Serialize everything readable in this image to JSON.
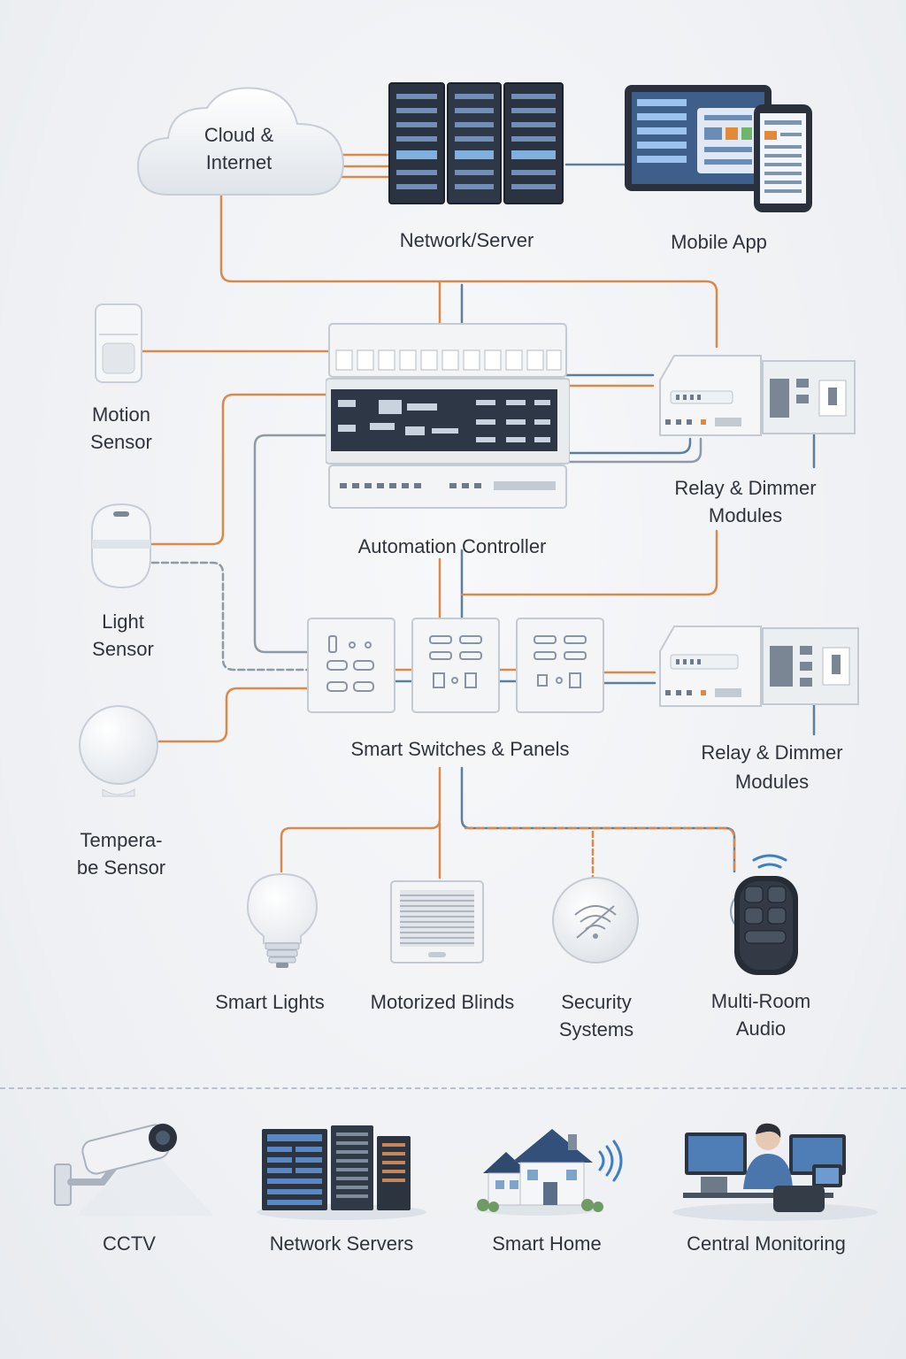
{
  "nodes": {
    "cloud": "Cloud &\nInternet",
    "network_server": "Network/Server",
    "mobile_app": "Mobile App",
    "motion_sensor": "Motion\nSensor",
    "light_sensor": "Light\nSensor",
    "temperature_sensor": "Tempera-\nbe Sensor",
    "automation_controller": "Automation Controller",
    "relay_dimmer_top": "Relay & Dimmer\nModules",
    "smart_switches": "Smart Switches & Panels",
    "relay_dimmer_bottom": "Relay & Dimmer\nModules",
    "smart_lights": "Smart Lights",
    "motorized_blinds": "Motorized Blinds",
    "security_systems": "Security\nSystems",
    "multi_room_audio": "Multi-Room\nAudio"
  },
  "footer": {
    "cctv": "CCTV",
    "network_servers": "Network Servers",
    "smart_home": "Smart Home",
    "central_monitoring": "Central Monitoring"
  },
  "colors": {
    "orange_wire": "#d9894a",
    "blue_wire": "#5d7f9e",
    "gray_wire": "#8e9aa8",
    "device_light": "#f4f5f7",
    "device_dark": "#2e3745"
  },
  "icons": [
    "cloud-icon",
    "server-rack-icon",
    "tablet-phone-icon",
    "motion-sensor-icon",
    "light-sensor-icon",
    "temperature-sensor-icon",
    "controller-icon",
    "relay-module-icon",
    "switch-panel-icon",
    "bulb-icon",
    "blinds-icon",
    "security-icon",
    "remote-icon",
    "cctv-camera-icon",
    "server-icon",
    "house-icon",
    "operator-icon"
  ]
}
